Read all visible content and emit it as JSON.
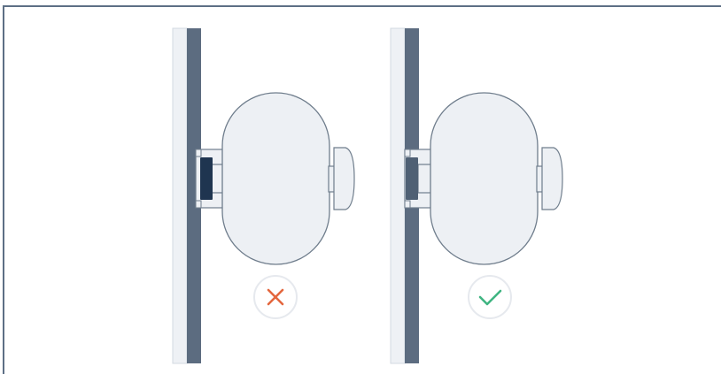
{
  "colors": {
    "border": "#5d6f85",
    "wall_face": "#eef1f5",
    "wall_edge": "#5c6c80",
    "sensor_fill": "#edf0f4",
    "sensor_stroke": "#6f7d8c",
    "wrong_magnet": "#1f3550",
    "right_magnet": "#4f6074",
    "wrong_mark": "#e4673e",
    "right_mark": "#3fb582",
    "badge_fill": "#ffffff",
    "badge_stroke": "#e6e9ee"
  },
  "panels": [
    {
      "id": "incorrect",
      "icon": "cross-icon",
      "status": "incorrect"
    },
    {
      "id": "correct",
      "icon": "checkmark-icon",
      "status": "correct"
    }
  ]
}
